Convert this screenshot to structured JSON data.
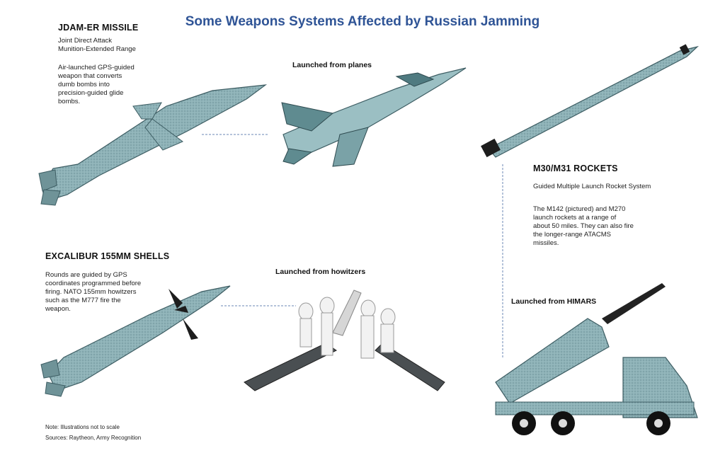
{
  "title": "Some Weapons Systems Affected by Russian Jamming",
  "jdam": {
    "heading": "JDAM-ER MISSILE",
    "subtitle_line1": "Joint Direct Attack",
    "subtitle_line2": "Munition-Extended Range",
    "desc_lines": [
      "Air-launched GPS-guided",
      "weapon that converts",
      "dumb bombs into",
      "precision-guided glide",
      "bombs."
    ],
    "launch_caption": "Launched from planes"
  },
  "rockets": {
    "heading": "M30/M31 ROCKETS",
    "subtitle": "Guided Multiple Launch Rocket System",
    "desc_lines": [
      "The M142 (pictured) and M270",
      "launch rockets at a range of",
      "about 50 miles. They can also fire",
      "the longer-range ATACMS",
      "missiles."
    ],
    "launch_caption": "Launched from HIMARS"
  },
  "excalibur": {
    "heading": "EXCALIBUR 155MM SHELLS",
    "desc_lines": [
      "Rounds are guided by GPS",
      "coordinates programmed before",
      "firing. NATO 155mm howitzers",
      "such as the M777 fire the",
      "weapon."
    ],
    "launch_caption": "Launched from howitzers"
  },
  "footer": {
    "note": "Note: Illustrations not to scale",
    "sources": "Sources: Raytheon, Army Recognition"
  },
  "colors": {
    "title": "#2f5496",
    "weapon_fill": "#8fb3b8",
    "weapon_dark": "#3d5d63",
    "leader_line": "#6b87b5"
  }
}
